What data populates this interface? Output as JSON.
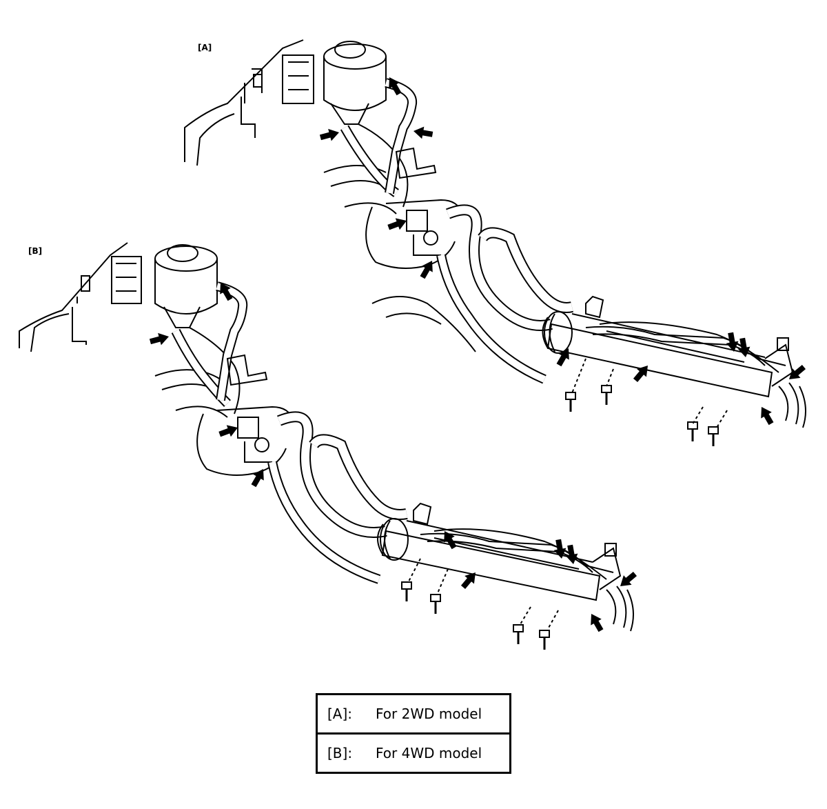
{
  "views": {
    "a": {
      "tag": "[A]"
    },
    "b": {
      "tag": "[B]"
    }
  },
  "legend": {
    "rows": [
      {
        "key": "[A]:",
        "text": "For 2WD model"
      },
      {
        "key": "[B]:",
        "text": "For 4WD model"
      }
    ]
  },
  "colors": {
    "ink": "#000000",
    "paper": "#ffffff"
  }
}
